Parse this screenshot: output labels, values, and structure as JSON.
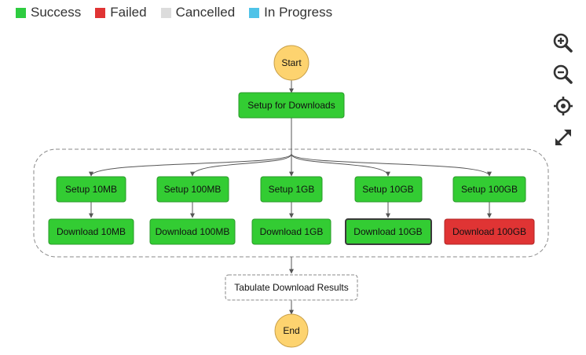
{
  "legend": [
    {
      "label": "Success",
      "color": "#2ecc40"
    },
    {
      "label": "Failed",
      "color": "#e03434"
    },
    {
      "label": "Cancelled",
      "color": "#dcdcdc"
    },
    {
      "label": "In Progress",
      "color": "#4fc3e8"
    }
  ],
  "nodes": {
    "start": "Start",
    "setup_downloads": "Setup for Downloads",
    "setup_10mb": "Setup 10MB",
    "setup_100mb": "Setup 100MB",
    "setup_1gb": "Setup 1GB",
    "setup_10gb": "Setup 10GB",
    "setup_100gb": "Setup 100GB",
    "download_10mb": "Download 10MB",
    "download_100mb": "Download 100MB",
    "download_1gb": "Download 1GB",
    "download_10gb": "Download 10GB",
    "download_100gb": "Download 100GB",
    "tabulate": "Tabulate Download Results",
    "end": "End"
  },
  "node_status": {
    "setup_downloads": "success",
    "setup_10mb": "success",
    "setup_100mb": "success",
    "setup_1gb": "success",
    "setup_10gb": "success",
    "setup_100gb": "success",
    "download_10mb": "success",
    "download_100mb": "success",
    "download_1gb": "success",
    "download_10gb": "success",
    "download_100gb": "failed",
    "tabulate": "pending"
  },
  "status_colors": {
    "success": "#33cc33",
    "failed": "#e03434",
    "terminal": "#fdd36f",
    "pending": "#ffffff"
  },
  "toolbar": [
    {
      "icon": "zoom-in-icon"
    },
    {
      "icon": "zoom-out-icon"
    },
    {
      "icon": "center-icon"
    },
    {
      "icon": "fullscreen-icon"
    }
  ]
}
